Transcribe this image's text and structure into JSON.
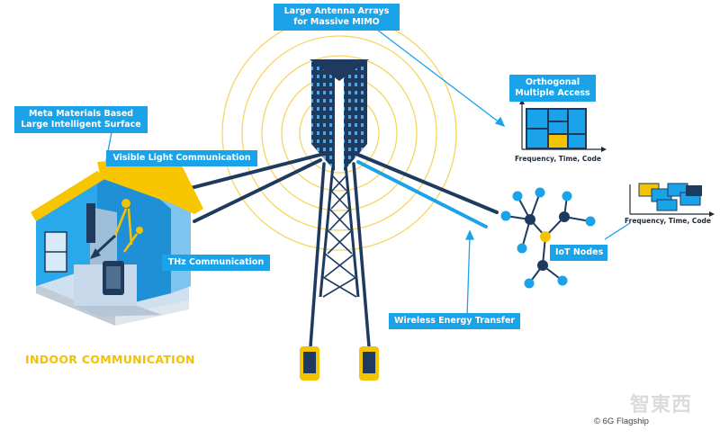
{
  "labels": {
    "antenna_line1": "Large Antenna Arrays",
    "antenna_line2": "for Massive MIMO",
    "meta_line1": "Meta Materials Based",
    "meta_line2": "Large Intelligent Surface",
    "vlc": "Visible Light Communication",
    "thz": "THz Communication",
    "oma_line1": "Orthogonal",
    "oma_line2": "Multiple Access",
    "iot": "IoT Nodes",
    "wet": "Wireless Energy Transfer",
    "indoor": "INDOOR COMMUNICATION"
  },
  "axis_captions": {
    "oma": "Frequency, Time, Code",
    "noma": "Frequency, Time, Code"
  },
  "credits": {
    "copyright": "© 6G Flagship",
    "watermark": "智東西"
  },
  "colors": {
    "accent_blue": "#1aa3e8",
    "dark_navy": "#1e3a5f",
    "yellow": "#f5c400",
    "roof_yellow": "#f7c600",
    "house_blue": "#29a8ec"
  },
  "icons": [
    "antenna-tower-icon",
    "house-icon",
    "smartphone-icon",
    "iot-network-icon",
    "signal-waves-icon"
  ]
}
